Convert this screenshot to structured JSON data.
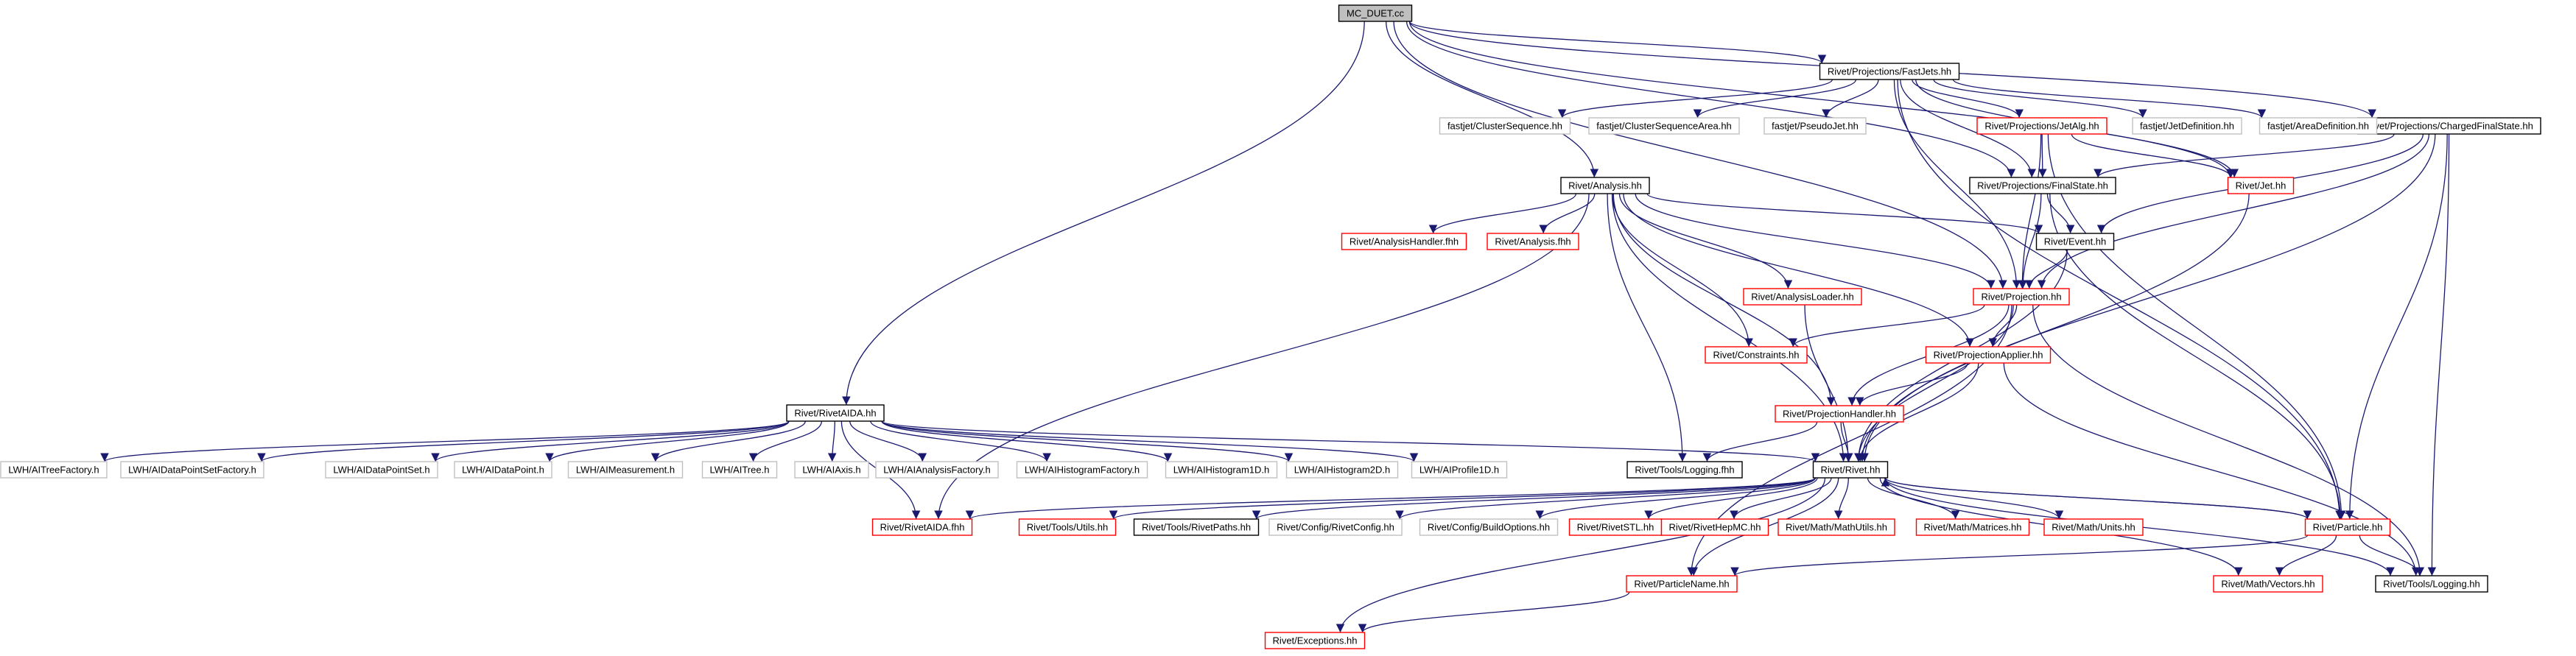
{
  "colors": {
    "edge": "#191970",
    "root_fill": "#bfbfbf",
    "documented_border": "#000000",
    "undocumented_border": "#c0c0c0",
    "missing_border": "#ff0000",
    "text": "#000000",
    "background": "#ffffff"
  },
  "nodes": [
    {
      "id": "mc_duet",
      "label": "MC_DUET.cc",
      "style": "root"
    },
    {
      "id": "fastjets",
      "label": "Rivet/Projections/FastJets.hh",
      "style": "doc"
    },
    {
      "id": "chargedfs",
      "label": "Rivet/Projections/ChargedFinalState.hh",
      "style": "doc"
    },
    {
      "id": "clusterseq",
      "label": "fastjet/ClusterSequence.hh",
      "style": "gray"
    },
    {
      "id": "clusterseqarea",
      "label": "fastjet/ClusterSequenceArea.hh",
      "style": "gray"
    },
    {
      "id": "pseudojet",
      "label": "fastjet/PseudoJet.hh",
      "style": "gray"
    },
    {
      "id": "jetalg",
      "label": "Rivet/Projections/JetAlg.hh",
      "style": "red"
    },
    {
      "id": "jetdef",
      "label": "fastjet/JetDefinition.hh",
      "style": "gray"
    },
    {
      "id": "areadef",
      "label": "fastjet/AreaDefinition.hh",
      "style": "gray"
    },
    {
      "id": "analysis",
      "label": "Rivet/Analysis.hh",
      "style": "doc"
    },
    {
      "id": "finalstate",
      "label": "Rivet/Projections/FinalState.hh",
      "style": "doc"
    },
    {
      "id": "jet",
      "label": "Rivet/Jet.hh",
      "style": "red"
    },
    {
      "id": "analysishandler",
      "label": "Rivet/AnalysisHandler.fhh",
      "style": "red"
    },
    {
      "id": "analysisfhh",
      "label": "Rivet/Analysis.fhh",
      "style": "red"
    },
    {
      "id": "event",
      "label": "Rivet/Event.hh",
      "style": "doc"
    },
    {
      "id": "analysisloader",
      "label": "Rivet/AnalysisLoader.hh",
      "style": "red"
    },
    {
      "id": "projection",
      "label": "Rivet/Projection.hh",
      "style": "red"
    },
    {
      "id": "constraints",
      "label": "Rivet/Constraints.hh",
      "style": "red"
    },
    {
      "id": "projapplier",
      "label": "Rivet/ProjectionApplier.hh",
      "style": "red"
    },
    {
      "id": "projhandler",
      "label": "Rivet/ProjectionHandler.hh",
      "style": "red"
    },
    {
      "id": "rivetaida",
      "label": "Rivet/RivetAIDA.hh",
      "style": "doc"
    },
    {
      "id": "aitreefactory",
      "label": "LWH/AITreeFactory.h",
      "style": "gray"
    },
    {
      "id": "aidpsfactory",
      "label": "LWH/AIDataPointSetFactory.h",
      "style": "gray"
    },
    {
      "id": "aidps",
      "label": "LWH/AIDataPointSet.h",
      "style": "gray"
    },
    {
      "id": "aidp",
      "label": "LWH/AIDataPoint.h",
      "style": "gray"
    },
    {
      "id": "aimeas",
      "label": "LWH/AIMeasurement.h",
      "style": "gray"
    },
    {
      "id": "aitree",
      "label": "LWH/AITree.h",
      "style": "gray"
    },
    {
      "id": "aiaxis",
      "label": "LWH/AIAxis.h",
      "style": "gray"
    },
    {
      "id": "aianafactory",
      "label": "LWH/AIAnalysisFactory.h",
      "style": "gray"
    },
    {
      "id": "aihistfactory",
      "label": "LWH/AIHistogramFactory.h",
      "style": "gray"
    },
    {
      "id": "aihist1d",
      "label": "LWH/AIHistogram1D.h",
      "style": "gray"
    },
    {
      "id": "aihist2d",
      "label": "LWH/AIHistogram2D.h",
      "style": "gray"
    },
    {
      "id": "aiprofile1d",
      "label": "LWH/AIProfile1D.h",
      "style": "gray"
    },
    {
      "id": "toolslogfhh",
      "label": "Rivet/Tools/Logging.fhh",
      "style": "doc"
    },
    {
      "id": "rivet",
      "label": "Rivet/Rivet.hh",
      "style": "doc"
    },
    {
      "id": "rivetaidafhh",
      "label": "Rivet/RivetAIDA.fhh",
      "style": "red"
    },
    {
      "id": "toolsutils",
      "label": "Rivet/Tools/Utils.hh",
      "style": "red"
    },
    {
      "id": "rivetpaths",
      "label": "Rivet/Tools/RivetPaths.hh",
      "style": "doc"
    },
    {
      "id": "rivetconfig",
      "label": "Rivet/Config/RivetConfig.hh",
      "style": "gray"
    },
    {
      "id": "buildoptions",
      "label": "Rivet/Config/BuildOptions.hh",
      "style": "gray"
    },
    {
      "id": "rivetstl",
      "label": "Rivet/RivetSTL.hh",
      "style": "red"
    },
    {
      "id": "rivethepmc",
      "label": "Rivet/RivetHepMC.hh",
      "style": "red"
    },
    {
      "id": "mathutils",
      "label": "Rivet/Math/MathUtils.hh",
      "style": "red"
    },
    {
      "id": "matrices",
      "label": "Rivet/Math/Matrices.hh",
      "style": "red"
    },
    {
      "id": "units",
      "label": "Rivet/Math/Units.hh",
      "style": "red"
    },
    {
      "id": "particle",
      "label": "Rivet/Particle.hh",
      "style": "red"
    },
    {
      "id": "vectors",
      "label": "Rivet/Math/Vectors.hh",
      "style": "red"
    },
    {
      "id": "toolslogging",
      "label": "Rivet/Tools/Logging.hh",
      "style": "doc"
    },
    {
      "id": "particlename",
      "label": "Rivet/ParticleName.hh",
      "style": "red"
    },
    {
      "id": "exceptions",
      "label": "Rivet/Exceptions.hh",
      "style": "red"
    }
  ],
  "edges": [
    [
      "mc_duet",
      "fastjets"
    ],
    [
      "mc_duet",
      "chargedfs"
    ],
    [
      "mc_duet",
      "analysis"
    ],
    [
      "mc_duet",
      "rivetaida"
    ],
    [
      "mc_duet",
      "finalstate"
    ],
    [
      "mc_duet",
      "projection"
    ],
    [
      "mc_duet",
      "jet"
    ],
    [
      "fastjets",
      "clusterseq"
    ],
    [
      "fastjets",
      "clusterseqarea"
    ],
    [
      "fastjets",
      "pseudojet"
    ],
    [
      "fastjets",
      "jetalg"
    ],
    [
      "fastjets",
      "jetdef"
    ],
    [
      "fastjets",
      "areadef"
    ],
    [
      "fastjets",
      "finalstate"
    ],
    [
      "fastjets",
      "jet"
    ],
    [
      "fastjets",
      "particle"
    ],
    [
      "fastjets",
      "projection"
    ],
    [
      "chargedfs",
      "finalstate"
    ],
    [
      "chargedfs",
      "event"
    ],
    [
      "chargedfs",
      "projection"
    ],
    [
      "chargedfs",
      "rivet"
    ],
    [
      "chargedfs",
      "particle"
    ],
    [
      "chargedfs",
      "toolslogging"
    ],
    [
      "jetalg",
      "finalstate"
    ],
    [
      "jetalg",
      "jet"
    ],
    [
      "jetalg",
      "projection"
    ],
    [
      "jetalg",
      "particle"
    ],
    [
      "analysis",
      "analysishandler"
    ],
    [
      "analysis",
      "analysisfhh"
    ],
    [
      "analysis",
      "event"
    ],
    [
      "analysis",
      "projection"
    ],
    [
      "analysis",
      "analysisloader"
    ],
    [
      "analysis",
      "constraints"
    ],
    [
      "analysis",
      "projapplier"
    ],
    [
      "analysis",
      "projhandler"
    ],
    [
      "analysis",
      "toolslogfhh"
    ],
    [
      "analysis",
      "rivet"
    ],
    [
      "analysis",
      "rivetaidafhh"
    ],
    [
      "finalstate",
      "event"
    ],
    [
      "finalstate",
      "projection"
    ],
    [
      "finalstate",
      "particle"
    ],
    [
      "jet",
      "rivet"
    ],
    [
      "event",
      "projection"
    ],
    [
      "event",
      "rivet"
    ],
    [
      "analysisloader",
      "rivet"
    ],
    [
      "projection",
      "constraints"
    ],
    [
      "projection",
      "projapplier"
    ],
    [
      "projection",
      "projhandler"
    ],
    [
      "projection",
      "rivet"
    ],
    [
      "projection",
      "toolslogging"
    ],
    [
      "projection",
      "particlename"
    ],
    [
      "projapplier",
      "projhandler"
    ],
    [
      "projapplier",
      "rivet"
    ],
    [
      "projapplier",
      "toolslogging"
    ],
    [
      "projhandler",
      "toolslogfhh"
    ],
    [
      "projhandler",
      "rivet"
    ],
    [
      "rivetaida",
      "aitreefactory"
    ],
    [
      "rivetaida",
      "aidpsfactory"
    ],
    [
      "rivetaida",
      "aidps"
    ],
    [
      "rivetaida",
      "aidp"
    ],
    [
      "rivetaida",
      "aimeas"
    ],
    [
      "rivetaida",
      "aitree"
    ],
    [
      "rivetaida",
      "aiaxis"
    ],
    [
      "rivetaida",
      "aianafactory"
    ],
    [
      "rivetaida",
      "aihistfactory"
    ],
    [
      "rivetaida",
      "aihist1d"
    ],
    [
      "rivetaida",
      "aihist2d"
    ],
    [
      "rivetaida",
      "aiprofile1d"
    ],
    [
      "rivetaida",
      "rivet"
    ],
    [
      "rivetaida",
      "rivetaidafhh"
    ],
    [
      "rivet",
      "rivetaidafhh"
    ],
    [
      "rivet",
      "toolsutils"
    ],
    [
      "rivet",
      "rivetpaths"
    ],
    [
      "rivet",
      "rivetconfig"
    ],
    [
      "rivet",
      "buildoptions"
    ],
    [
      "rivet",
      "rivetstl"
    ],
    [
      "rivet",
      "rivethepmc"
    ],
    [
      "rivet",
      "mathutils"
    ],
    [
      "rivet",
      "matrices"
    ],
    [
      "rivet",
      "units"
    ],
    [
      "rivet",
      "particle"
    ],
    [
      "rivet",
      "vectors"
    ],
    [
      "rivet",
      "toolslogging"
    ],
    [
      "rivet",
      "particlename"
    ],
    [
      "rivet",
      "exceptions"
    ],
    [
      "particle",
      "rivet"
    ],
    [
      "particle",
      "vectors"
    ],
    [
      "particle",
      "toolslogging"
    ],
    [
      "particle",
      "particlename"
    ],
    [
      "particlename",
      "exceptions"
    ]
  ]
}
